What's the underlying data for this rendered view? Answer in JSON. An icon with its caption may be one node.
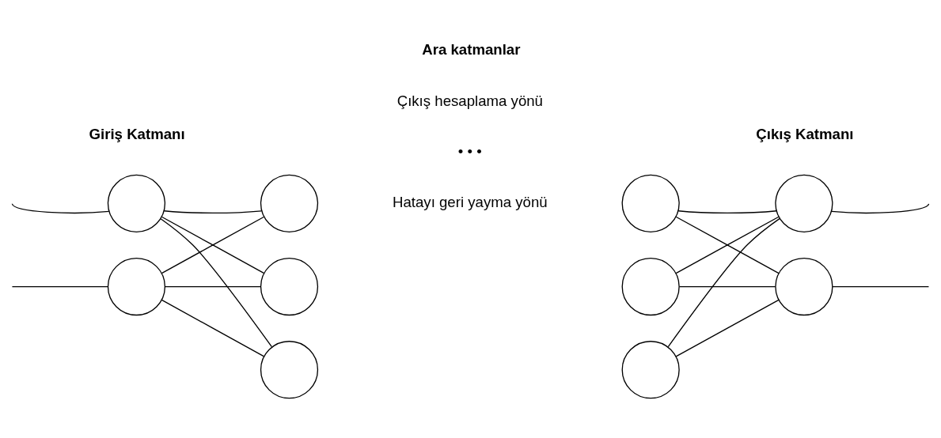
{
  "diagram": {
    "nodes": [
      {
        "text": [],
        "shape": "circle"
      },
      {
        "text": [],
        "shape": "circle"
      },
      {
        "text": [],
        "shape": "circle"
      },
      {
        "text": [],
        "shape": "circle"
      },
      {
        "text": [],
        "shape": "circle"
      },
      {
        "text": [],
        "shape": "circle"
      },
      {
        "text": [],
        "shape": "circle"
      },
      {
        "text": [],
        "shape": "circle"
      },
      {
        "text": [],
        "shape": "circle"
      },
      {
        "text": [],
        "shape": "circle"
      }
    ],
    "edges": [
      {
        "from": null,
        "to": 0,
        "arrow": "none"
      },
      {
        "from": null,
        "to": 1,
        "arrow": "none"
      },
      {
        "from": 0,
        "to": 2,
        "arrow": "none"
      },
      {
        "from": 0,
        "to": 3,
        "arrow": "none"
      },
      {
        "from": 0,
        "to": 4,
        "arrow": "none"
      },
      {
        "from": 1,
        "to": 2,
        "arrow": "none"
      },
      {
        "from": 1,
        "to": 3,
        "arrow": "none"
      },
      {
        "from": 1,
        "to": 4,
        "arrow": "none"
      },
      {
        "from": 5,
        "to": 8,
        "arrow": "none"
      },
      {
        "from": 5,
        "to": 9,
        "arrow": "none"
      },
      {
        "from": 6,
        "to": 8,
        "arrow": "none"
      },
      {
        "from": 6,
        "to": 9,
        "arrow": "none"
      },
      {
        "from": 7,
        "to": 8,
        "arrow": "none"
      },
      {
        "from": 7,
        "to": 9,
        "arrow": "none"
      },
      {
        "from": 8,
        "to": null,
        "arrow": "none"
      },
      {
        "from": 9,
        "to": null,
        "arrow": "none"
      }
    ],
    "labels": [
      "Hatayı geri yayma yönü",
      "• • •",
      "Çıkış hesaplama yönü",
      "Giriş Katmanı",
      "Ara katmanlar",
      "Çıkış Katmanı"
    ]
  }
}
